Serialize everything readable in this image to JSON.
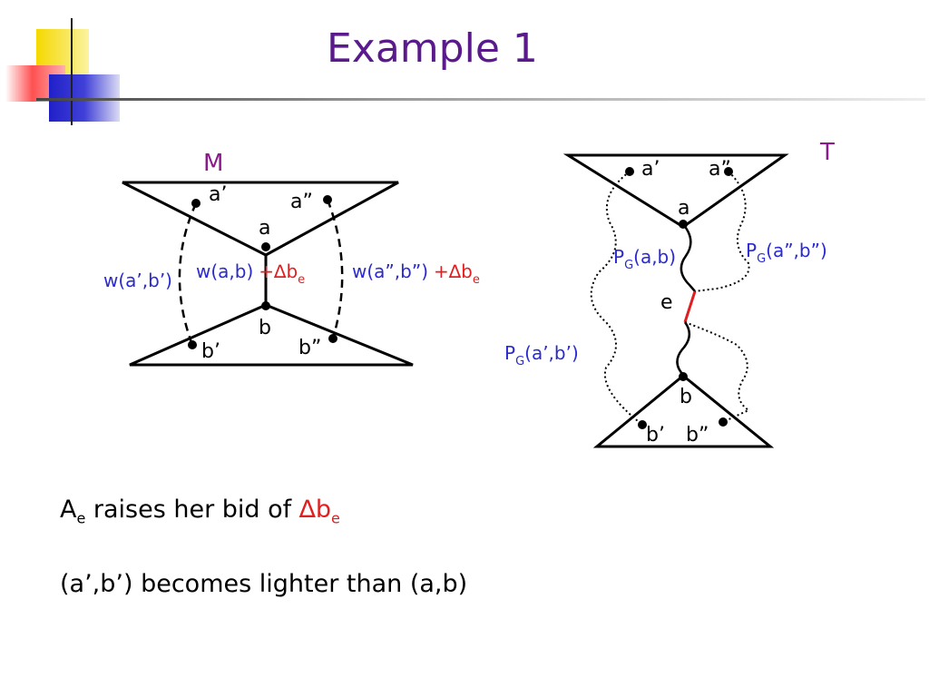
{
  "slide": {
    "title": "Example 1",
    "colors": {
      "title": "#5a1a8c",
      "purple": "#8b1a8b",
      "blue": "#2a2ad0",
      "red": "#e02020"
    }
  },
  "left": {
    "label": "M",
    "a1": "a’",
    "a2": "a”",
    "a": "a",
    "b": "b",
    "b1": "b’",
    "b2": "b”",
    "w_ab1": "w(a’,b’)",
    "w_ab": "w(a,b)",
    "w_ab2": "w(a”,b”)",
    "plus": "+",
    "delta": "∆",
    "b_letter": "b",
    "sub_e": "e"
  },
  "right": {
    "label": "T",
    "a1": "a’",
    "a2": "a”",
    "a": "a",
    "e": "e",
    "b": "b",
    "b1": "b’",
    "b2": "b”",
    "pg_P": "P",
    "pg_G": "G",
    "pg_ab": "(a,b)",
    "pg_a2b2": "(a”,b”)",
    "pg_a1b1": "(a’,b’)"
  },
  "bullets": {
    "line1_A": "A",
    "line1_sub": "e",
    "line1_text": " raises her bid of ",
    "line1_delta": "∆b",
    "line1_delta_sub": "e",
    "line2": "(a’,b’) becomes lighter than (a,b)"
  }
}
